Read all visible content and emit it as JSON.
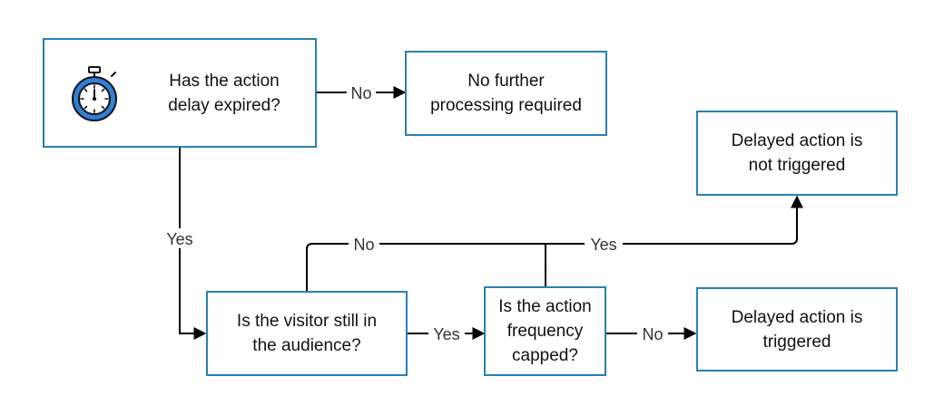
{
  "nodes": {
    "delay_expired": {
      "text": "Has the action\ndelay expired?",
      "icon": "stopwatch-icon"
    },
    "no_further": {
      "text": "No further\nprocessing required"
    },
    "not_triggered": {
      "text": "Delayed action is\nnot  triggered"
    },
    "visitor_audience": {
      "text": "Is the visitor still in\nthe audience?"
    },
    "frequency_capped": {
      "text": "Is the action\nfrequency\ncapped?"
    },
    "triggered": {
      "text": "Delayed action is\ntriggered"
    }
  },
  "edges": {
    "delay_no": "No",
    "delay_yes": "Yes",
    "audience_no": "No",
    "audience_yes": "Yes",
    "capped_yes": "Yes",
    "capped_no": "No"
  },
  "colors": {
    "box_border": "#2a7fb4",
    "icon_blue": "#2f7fd6",
    "line": "#000000"
  }
}
